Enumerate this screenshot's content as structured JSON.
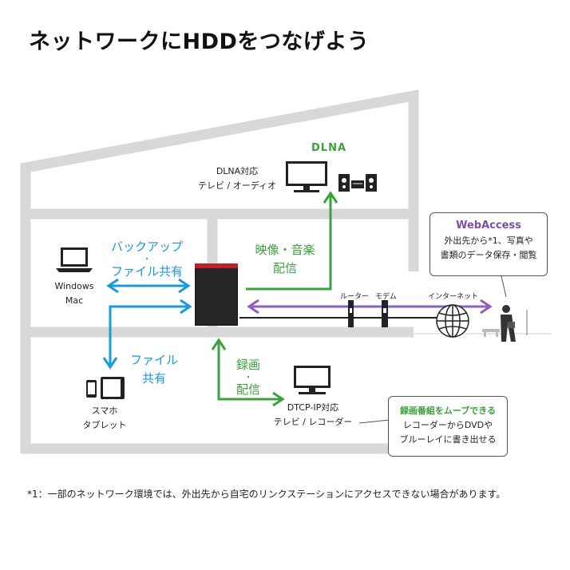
{
  "title": "ネットワークにHDDをつなげよう",
  "devices": {
    "dlna_label": "DLNA",
    "dlna_tv_audio": [
      "DLNA対応",
      "テレビ / オーディオ"
    ],
    "pc": [
      "Windows",
      "Mac"
    ],
    "smartphone": [
      "スマホ",
      "タブレット"
    ],
    "dtcp_tv_recorder": [
      "DTCP-IP対応",
      "テレビ / レコーダー"
    ],
    "router": "ルーター",
    "modem": "モデム",
    "internet": "インターネット"
  },
  "arrows": {
    "backup": [
      "バックアップ",
      "・",
      "ファイル共有"
    ],
    "file_share": [
      "ファイル",
      "共有"
    ],
    "video_music": [
      "映像・音楽",
      "配信"
    ],
    "recording": [
      "録画",
      "・",
      "配信"
    ]
  },
  "callouts": {
    "webaccess_title": "WebAccess",
    "webaccess_body": [
      "外出先から*1、写真や",
      "書類のデータ保存・閲覧"
    ],
    "record_title": "録画番組をムーブできる",
    "record_body": [
      "レコーダーからDVDや",
      "ブルーレイに書き出せる"
    ]
  },
  "footnote": "*1：一部のネットワーク環境では、外出先から自宅のリンクステーションにアクセスできない場合があります。",
  "colors": {
    "house": "#d8d8d8",
    "blue": "#1a9ad6",
    "green": "#3aa23a",
    "purple": "#8a62b8",
    "nas": "#1e1e1e",
    "nas_accent": "#b7242a"
  }
}
